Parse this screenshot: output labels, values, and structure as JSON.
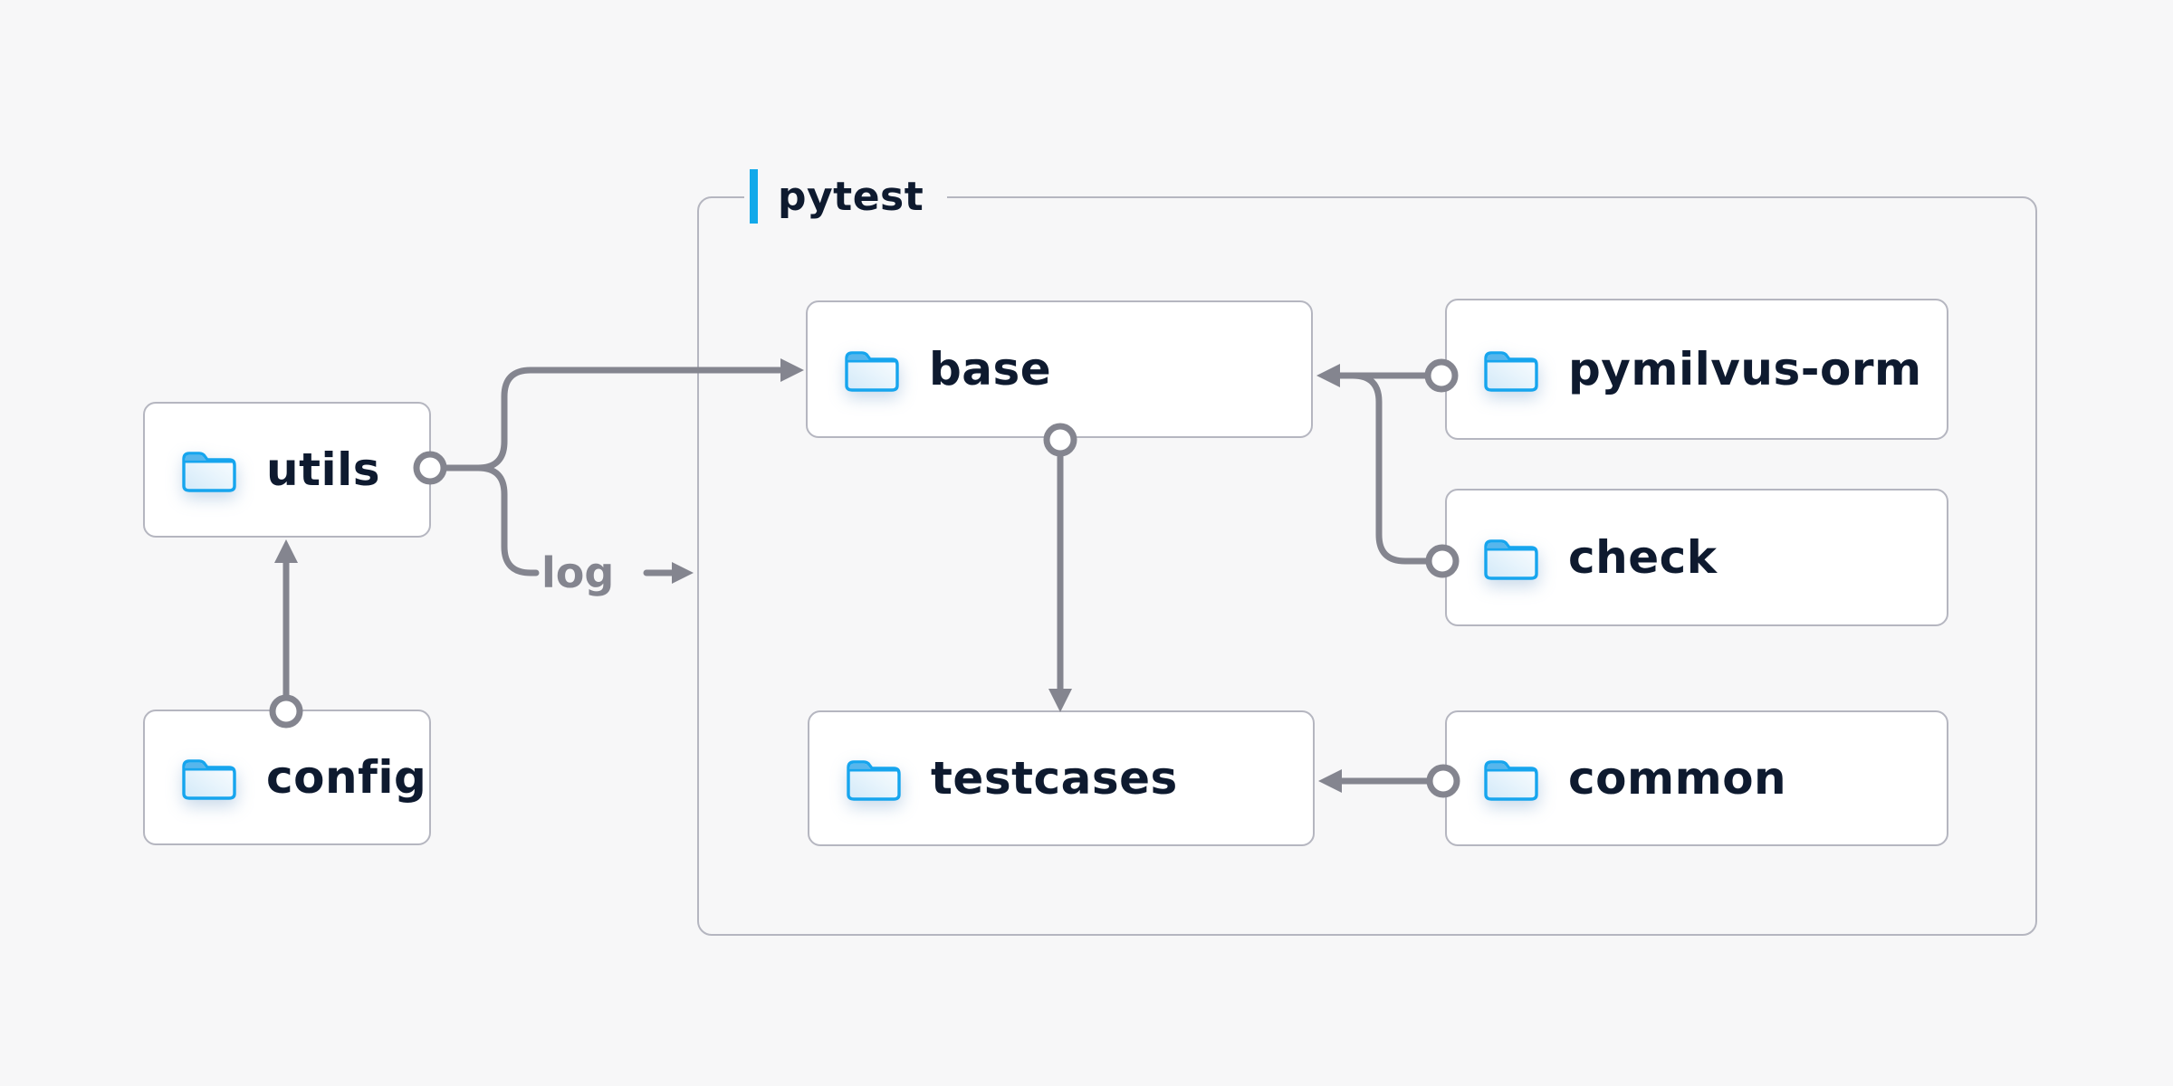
{
  "diagram": {
    "group": {
      "label": "pytest"
    },
    "nodes": [
      {
        "id": "utils",
        "label": "utils",
        "icon": "folder-icon"
      },
      {
        "id": "config",
        "label": "config",
        "icon": "folder-icon"
      },
      {
        "id": "base",
        "label": "base",
        "icon": "folder-icon"
      },
      {
        "id": "pymilvus-orm",
        "label": "pymilvus-orm",
        "icon": "folder-icon"
      },
      {
        "id": "check",
        "label": "check",
        "icon": "folder-icon"
      },
      {
        "id": "testcases",
        "label": "testcases",
        "icon": "folder-icon"
      },
      {
        "id": "common",
        "label": "common",
        "icon": "folder-icon"
      }
    ],
    "edges": [
      {
        "from": "config",
        "to": "utils",
        "label": ""
      },
      {
        "from": "utils",
        "to": "base",
        "label": ""
      },
      {
        "from": "utils",
        "to": "pytest-group",
        "label": "log"
      },
      {
        "from": "pymilvus-orm",
        "to": "base",
        "label": ""
      },
      {
        "from": "check",
        "to": "base",
        "label": ""
      },
      {
        "from": "base",
        "to": "testcases",
        "label": ""
      },
      {
        "from": "common",
        "to": "testcases",
        "label": ""
      }
    ],
    "colors": {
      "background": "#f7f7f8",
      "node_fill": "#ffffff",
      "node_border": "#b5b6c0",
      "text": "#0e1a2f",
      "connector_gray": "#84858f",
      "accent_blue": "#12a9ea",
      "folder_stroke": "#16a5ee",
      "folder_tab": "#57b6ec"
    }
  }
}
